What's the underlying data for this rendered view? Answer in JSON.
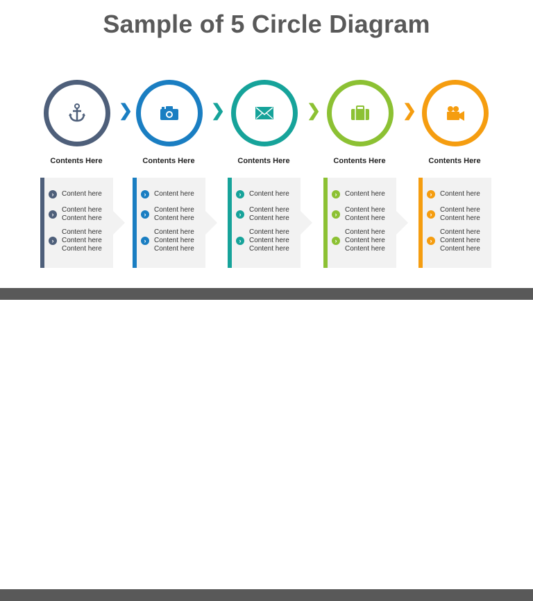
{
  "title": "Sample of 5 Circle Diagram",
  "steps": [
    {
      "heading": "Contents Here",
      "color": "#4e5f7a",
      "icon": "anchor-icon",
      "items": [
        [
          "Content here"
        ],
        [
          "Content here",
          "Content here"
        ],
        [
          "Content here",
          "Content here",
          "Content here"
        ]
      ]
    },
    {
      "heading": "Contents Here",
      "color": "#1a7ec2",
      "icon": "camera-icon",
      "items": [
        [
          "Content here"
        ],
        [
          "Content here",
          "Content here"
        ],
        [
          "Content here",
          "Content here",
          "Content here"
        ]
      ]
    },
    {
      "heading": "Contents Here",
      "color": "#16a39a",
      "icon": "envelope-icon",
      "items": [
        [
          "Content here"
        ],
        [
          "Content here",
          "Content here"
        ],
        [
          "Content here",
          "Content here",
          "Content here"
        ]
      ]
    },
    {
      "heading": "Contents Here",
      "color": "#8cc133",
      "icon": "briefcase-icon",
      "items": [
        [
          "Content here"
        ],
        [
          "Content here",
          "Content here"
        ],
        [
          "Content here",
          "Content here",
          "Content here"
        ]
      ]
    },
    {
      "heading": "Contents Here",
      "color": "#f59d10",
      "icon": "video-camera-icon",
      "items": [
        [
          "Content here"
        ],
        [
          "Content here",
          "Content here"
        ],
        [
          "Content here",
          "Content here",
          "Content here"
        ]
      ]
    }
  ],
  "bullet_glyph": "›",
  "arrow_glyph": "❯",
  "band_color": "#595959"
}
